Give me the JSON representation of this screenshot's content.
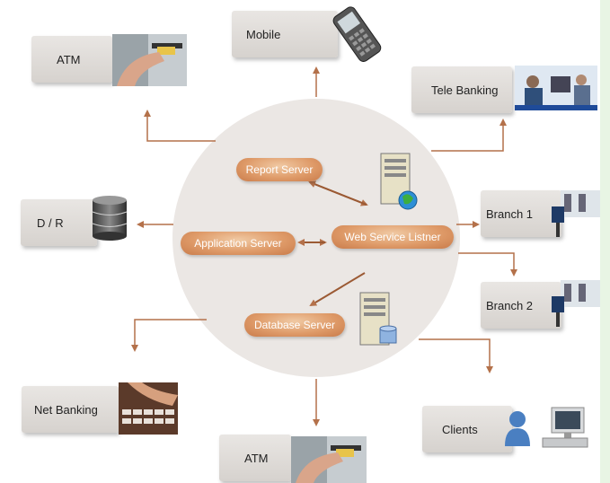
{
  "nodes": {
    "mobile": "Mobile",
    "atm_top": "ATM",
    "tele_banking": "Tele Banking",
    "dr": "D / R",
    "branch1": "Branch 1",
    "branch2": "Branch 2",
    "net_banking": "Net Banking",
    "atm_bottom": "ATM",
    "clients": "Clients"
  },
  "servers": {
    "report": "Report Server",
    "application": "Application Server",
    "web_service": "Web Service Listner",
    "database": "Database Server"
  },
  "colors": {
    "arrow": "#b4714a",
    "pill": "#df9b69",
    "circle": "#ebe7e4",
    "box": "#dedad6"
  }
}
